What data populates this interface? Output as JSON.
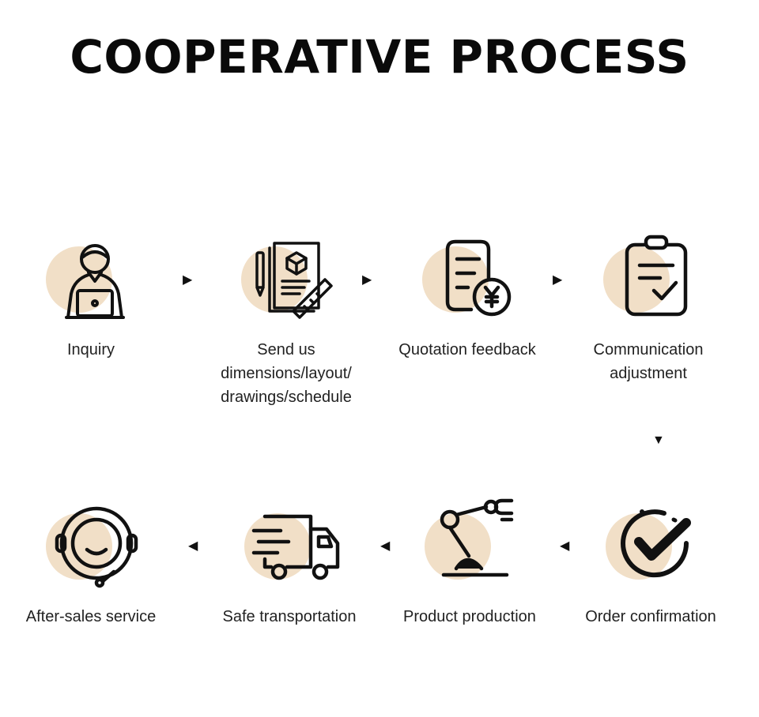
{
  "title": "COOPERATIVE PROCESS",
  "accent_color": "#f1dfc7",
  "steps": [
    {
      "label": "Inquiry",
      "icon": "customer-service-laptop-icon"
    },
    {
      "label": "Send us\ndimensions/layout/\ndrawings/schedule",
      "icon": "blueprint-documents-icon"
    },
    {
      "label": "Quotation feedback",
      "icon": "invoice-yen-icon"
    },
    {
      "label": "Communication\nadjustment",
      "icon": "clipboard-check-icon"
    },
    {
      "label": "Order confirmation",
      "icon": "check-circle-icon"
    },
    {
      "label": "Product production",
      "icon": "robot-arm-icon"
    },
    {
      "label": "Safe transportation",
      "icon": "delivery-truck-icon"
    },
    {
      "label": "After-sales service",
      "icon": "headset-icon"
    }
  ],
  "arrows": {
    "right": "▶",
    "down": "▼",
    "left": "◀"
  }
}
